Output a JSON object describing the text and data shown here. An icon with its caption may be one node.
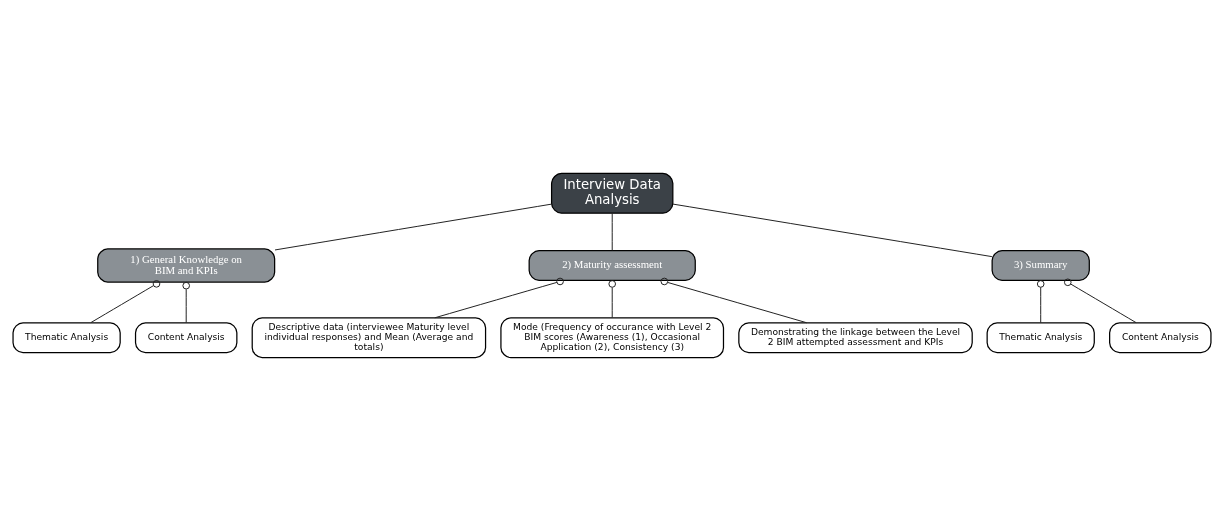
{
  "diagram": {
    "nodes": [
      {
        "text": [
          "Interview Data Analysis"
        ]
      },
      {
        "text": [
          "1) General Knowledge on BIM and KPIs"
        ]
      },
      {
        "text": [
          "Thematic Analysis"
        ]
      },
      {
        "text": [
          "Content Analysis"
        ]
      },
      {
        "text": [
          "2) Maturity assessment"
        ]
      },
      {
        "text": [
          "Descriptive data (interviewee Maturity level individual responses) and Mean (Average and totals)"
        ]
      },
      {
        "text": [
          "Mode (Frequency of occurance with Level 2 BIM scores (Awareness (1), Occasional Application (2), Consistency (3)"
        ]
      },
      {
        "text": [
          "Demonstrating the linkage between the Level 2 BIM attempted assessment and KPIs"
        ]
      },
      {
        "text": [
          "3) Summary"
        ]
      },
      {
        "text": [
          "Thematic Analysis"
        ]
      },
      {
        "text": [
          "Content Analysis"
        ]
      }
    ],
    "edges": [
      {
        "from": 0,
        "to": 1,
        "arrow": "none"
      },
      {
        "from": 0,
        "to": 4,
        "arrow": "none"
      },
      {
        "from": 0,
        "to": 8,
        "arrow": "none"
      },
      {
        "from": 1,
        "to": 2,
        "arrow": "other"
      },
      {
        "from": 1,
        "to": 3,
        "arrow": "other"
      },
      {
        "from": 4,
        "to": 5,
        "arrow": "other"
      },
      {
        "from": 4,
        "to": 6,
        "arrow": "other"
      },
      {
        "from": 4,
        "to": 7,
        "arrow": "other"
      },
      {
        "from": 8,
        "to": 9,
        "arrow": "other"
      },
      {
        "from": 8,
        "to": 10,
        "arrow": "other"
      }
    ]
  }
}
